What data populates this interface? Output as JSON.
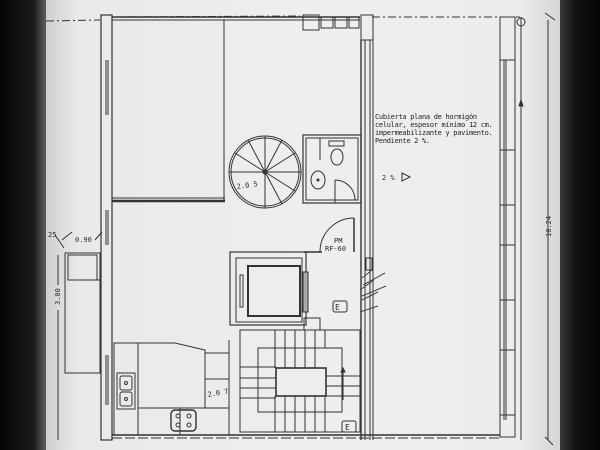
{
  "plan": {
    "type": "architectural floor plan",
    "roof_note": {
      "line1": "Cubierta plana de hormigón",
      "line2": "celular, espesor mínimo 12 cm.",
      "line3": "impermeabilizante y pavimento.",
      "line4": "Pendiente 2 %."
    },
    "slope_label": "2 %",
    "door_label": {
      "line1": "PM",
      "line2": "RF-60"
    },
    "stair_label": "2.0 5",
    "kitchen_label": "2.0 7",
    "dimensions": {
      "top_left": "0.90",
      "left_vertical": "3.00",
      "right_vertical": "10.24",
      "left_corner": "25"
    },
    "markers": {
      "extinguisher_1": "E",
      "extinguisher_2": "E"
    },
    "colors": {
      "paper": "#ececec",
      "line": "#333333",
      "background": "#0c0c0c"
    }
  }
}
